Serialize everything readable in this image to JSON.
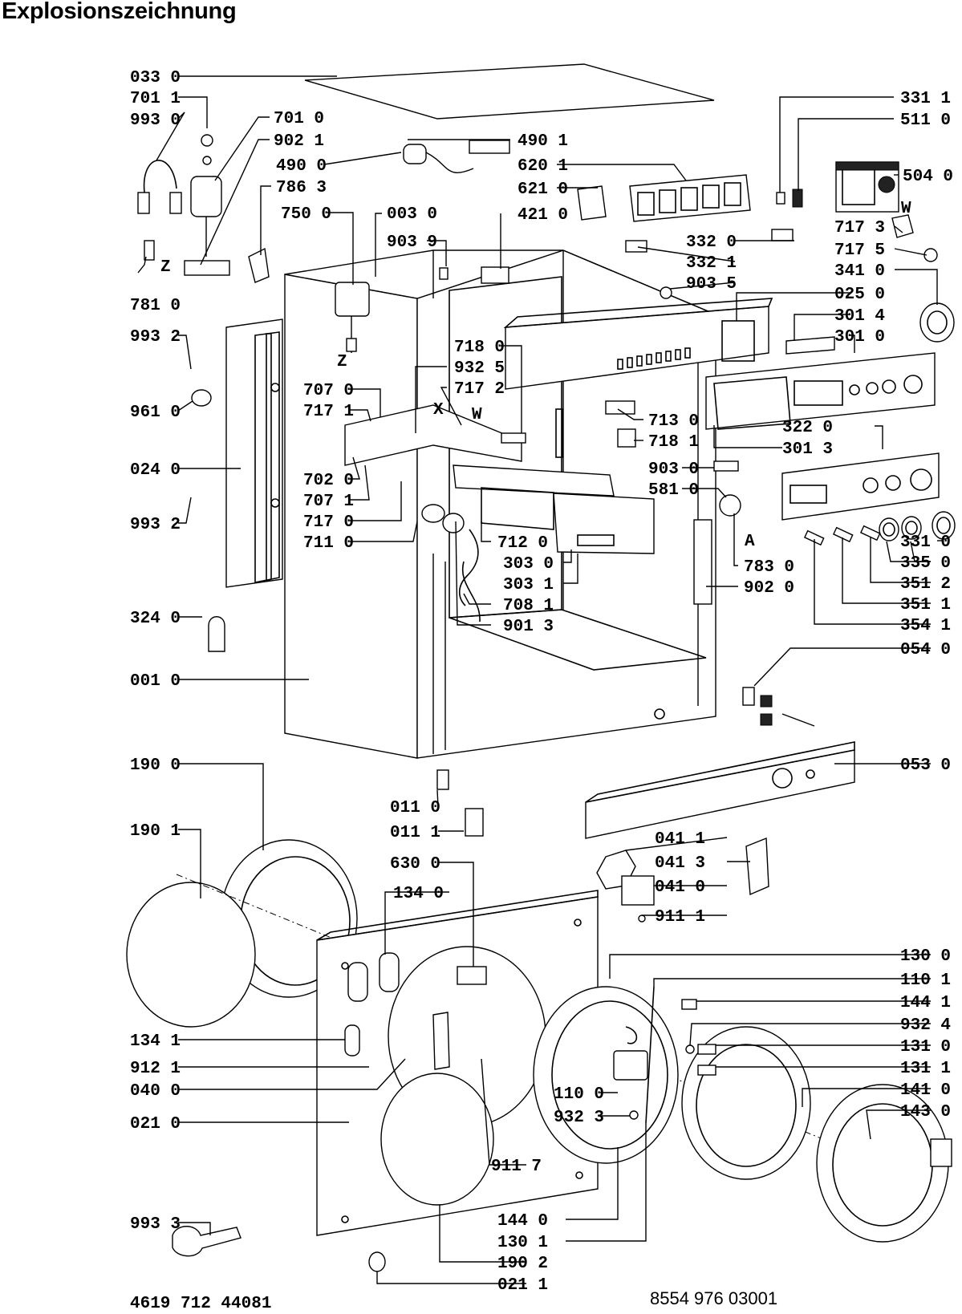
{
  "title": "Explosionszeichnung",
  "footer_code": "8554 976 03001",
  "part_number": "4619 712 44081",
  "labels": {
    "l0330": "033 0",
    "l7011": "701 1",
    "l9930": "993 0",
    "l7010": "701 0",
    "l9021": "902 1",
    "l4900": "490 0",
    "l7863": "786 3",
    "l4901": "490 1",
    "l6201": "620 1",
    "l6210": "621 0",
    "l7500": "750 0",
    "l0030": "003 0",
    "l9039": "903 9",
    "l4210": "421 0",
    "l3320": "332 0",
    "l3321": "332 1",
    "l9035": "903 5",
    "l3311": "331 1",
    "l5110": "511 0",
    "l5040": "504 0",
    "l7173": "717 3",
    "l7175": "717 5",
    "l3410": "341 0",
    "l0250": "025 0",
    "l3014": "301 4",
    "l3010": "301 0",
    "l7810": "781 0",
    "l9932a": "993 2",
    "l9610": "961 0",
    "l0240": "024 0",
    "l9932b": "993 2",
    "l3240": "324 0",
    "l0010": "001 0",
    "l7180": "718 0",
    "l9325": "932 5",
    "l7172": "717 2",
    "l7070": "707 0",
    "l7171": "717 1",
    "l7020": "702 0",
    "l7071": "707 1",
    "l7170": "717 0",
    "l7110": "711 0",
    "l7120": "712 0",
    "l3030": "303 0",
    "l3031": "303 1",
    "l7081": "708 1",
    "l9013": "901 3",
    "l7130": "713 0",
    "l7181": "718 1",
    "l9030": "903 0",
    "l5810": "581 0",
    "l7830": "783 0",
    "l9020": "902 0",
    "l3220": "322 0",
    "l3013": "301 3",
    "l3310": "331 0",
    "l3350": "335 0",
    "l3512": "351 2",
    "l3511": "351 1",
    "l3541": "354 1",
    "l0540": "054 0",
    "l0530": "053 0",
    "l1900": "190 0",
    "l1901": "190 1",
    "l0110": "011 0",
    "l0111": "011 1",
    "l0411": "041 1",
    "l0413": "041 3",
    "l0410": "041 0",
    "l9111": "911 1",
    "l6300": "630 0",
    "l1340": "134 0",
    "l1300": "130 0",
    "l1101": "110 1",
    "l1441": "144 1",
    "l9324": "932 4",
    "l1310": "131 0",
    "l1311": "131 1",
    "l1410": "141 0",
    "l1430": "143 0",
    "l1341": "134 1",
    "l9121": "912 1",
    "l0400": "040 0",
    "l0210": "021 0",
    "l1100": "110 0",
    "l9323": "932 3",
    "l9117": "911 7",
    "l1440": "144 0",
    "l1301": "130 1",
    "l1902": "190 2",
    "l0211": "021 1",
    "l9933": "993 3",
    "lX": "X",
    "lW1": "W",
    "lW2": "W",
    "lZ1": "Z",
    "lZ2": "Z",
    "lA": "A"
  }
}
